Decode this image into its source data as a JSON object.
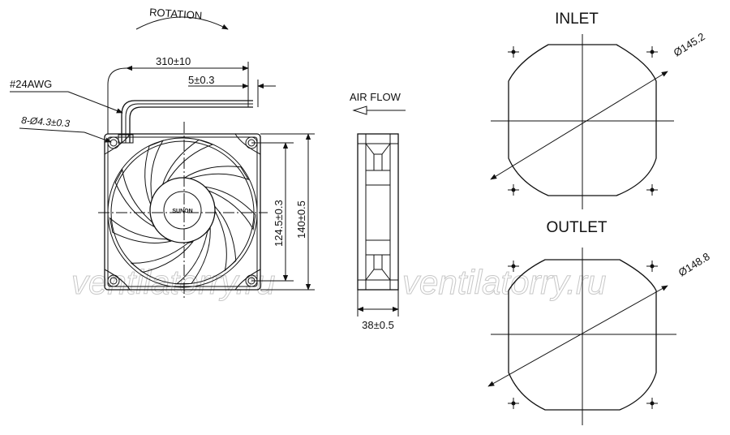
{
  "rotation_label": "ROTATION",
  "wire_length": "310±10",
  "wire_gauge": "#24AWG",
  "strip_length": "5±0.3",
  "mount_holes": "8-Ø4.3±0.3",
  "hub_brand": "SUNON",
  "hole_spacing": "124.5±0.3",
  "frame_size": "140±0.5",
  "airflow_label": "AIR FLOW",
  "depth": "38±0.5",
  "inlet_label": "INLET",
  "inlet_diameter": "Ø145.2",
  "outlet_label": "OUTLET",
  "outlet_diameter": "Ø148.8",
  "watermark": "ventilatorry.ru"
}
